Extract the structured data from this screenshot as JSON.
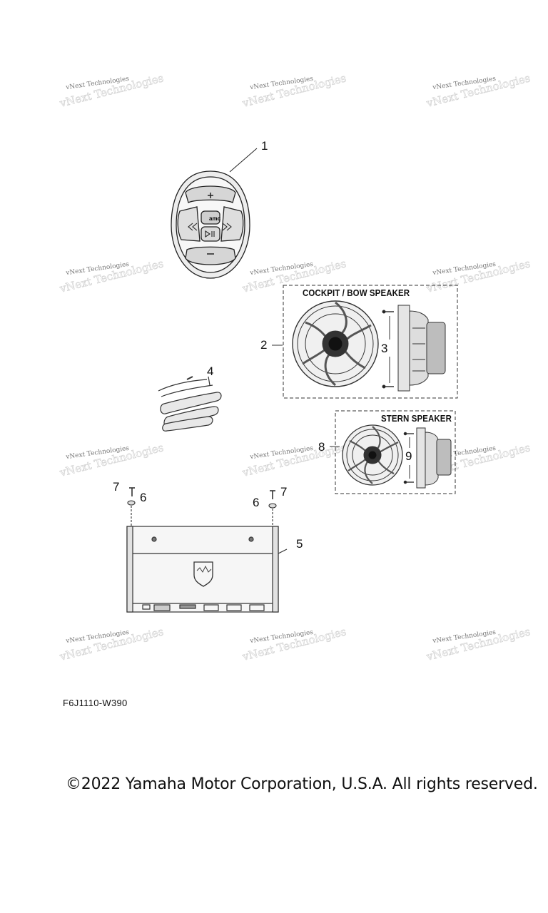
{
  "watermark": {
    "text": "vNext Technologies"
  },
  "boxes": {
    "cockpit_title": "COCKPIT / BOW SPEAKER",
    "stern_title": "STERN SPEAKER"
  },
  "callouts": {
    "c1": "1",
    "c2": "2",
    "c3": "3",
    "c4": "4",
    "c5": "5",
    "c6a": "6",
    "c6b": "6",
    "c7a": "7",
    "c7b": "7",
    "c8": "8",
    "c9": "9"
  },
  "remote": {
    "middle_button_label": "amc"
  },
  "footer": {
    "diagram_code": "F6J1110-W390",
    "copyright": "©2022 Yamaha Motor Corporation, U.S.A. All rights reserved."
  }
}
